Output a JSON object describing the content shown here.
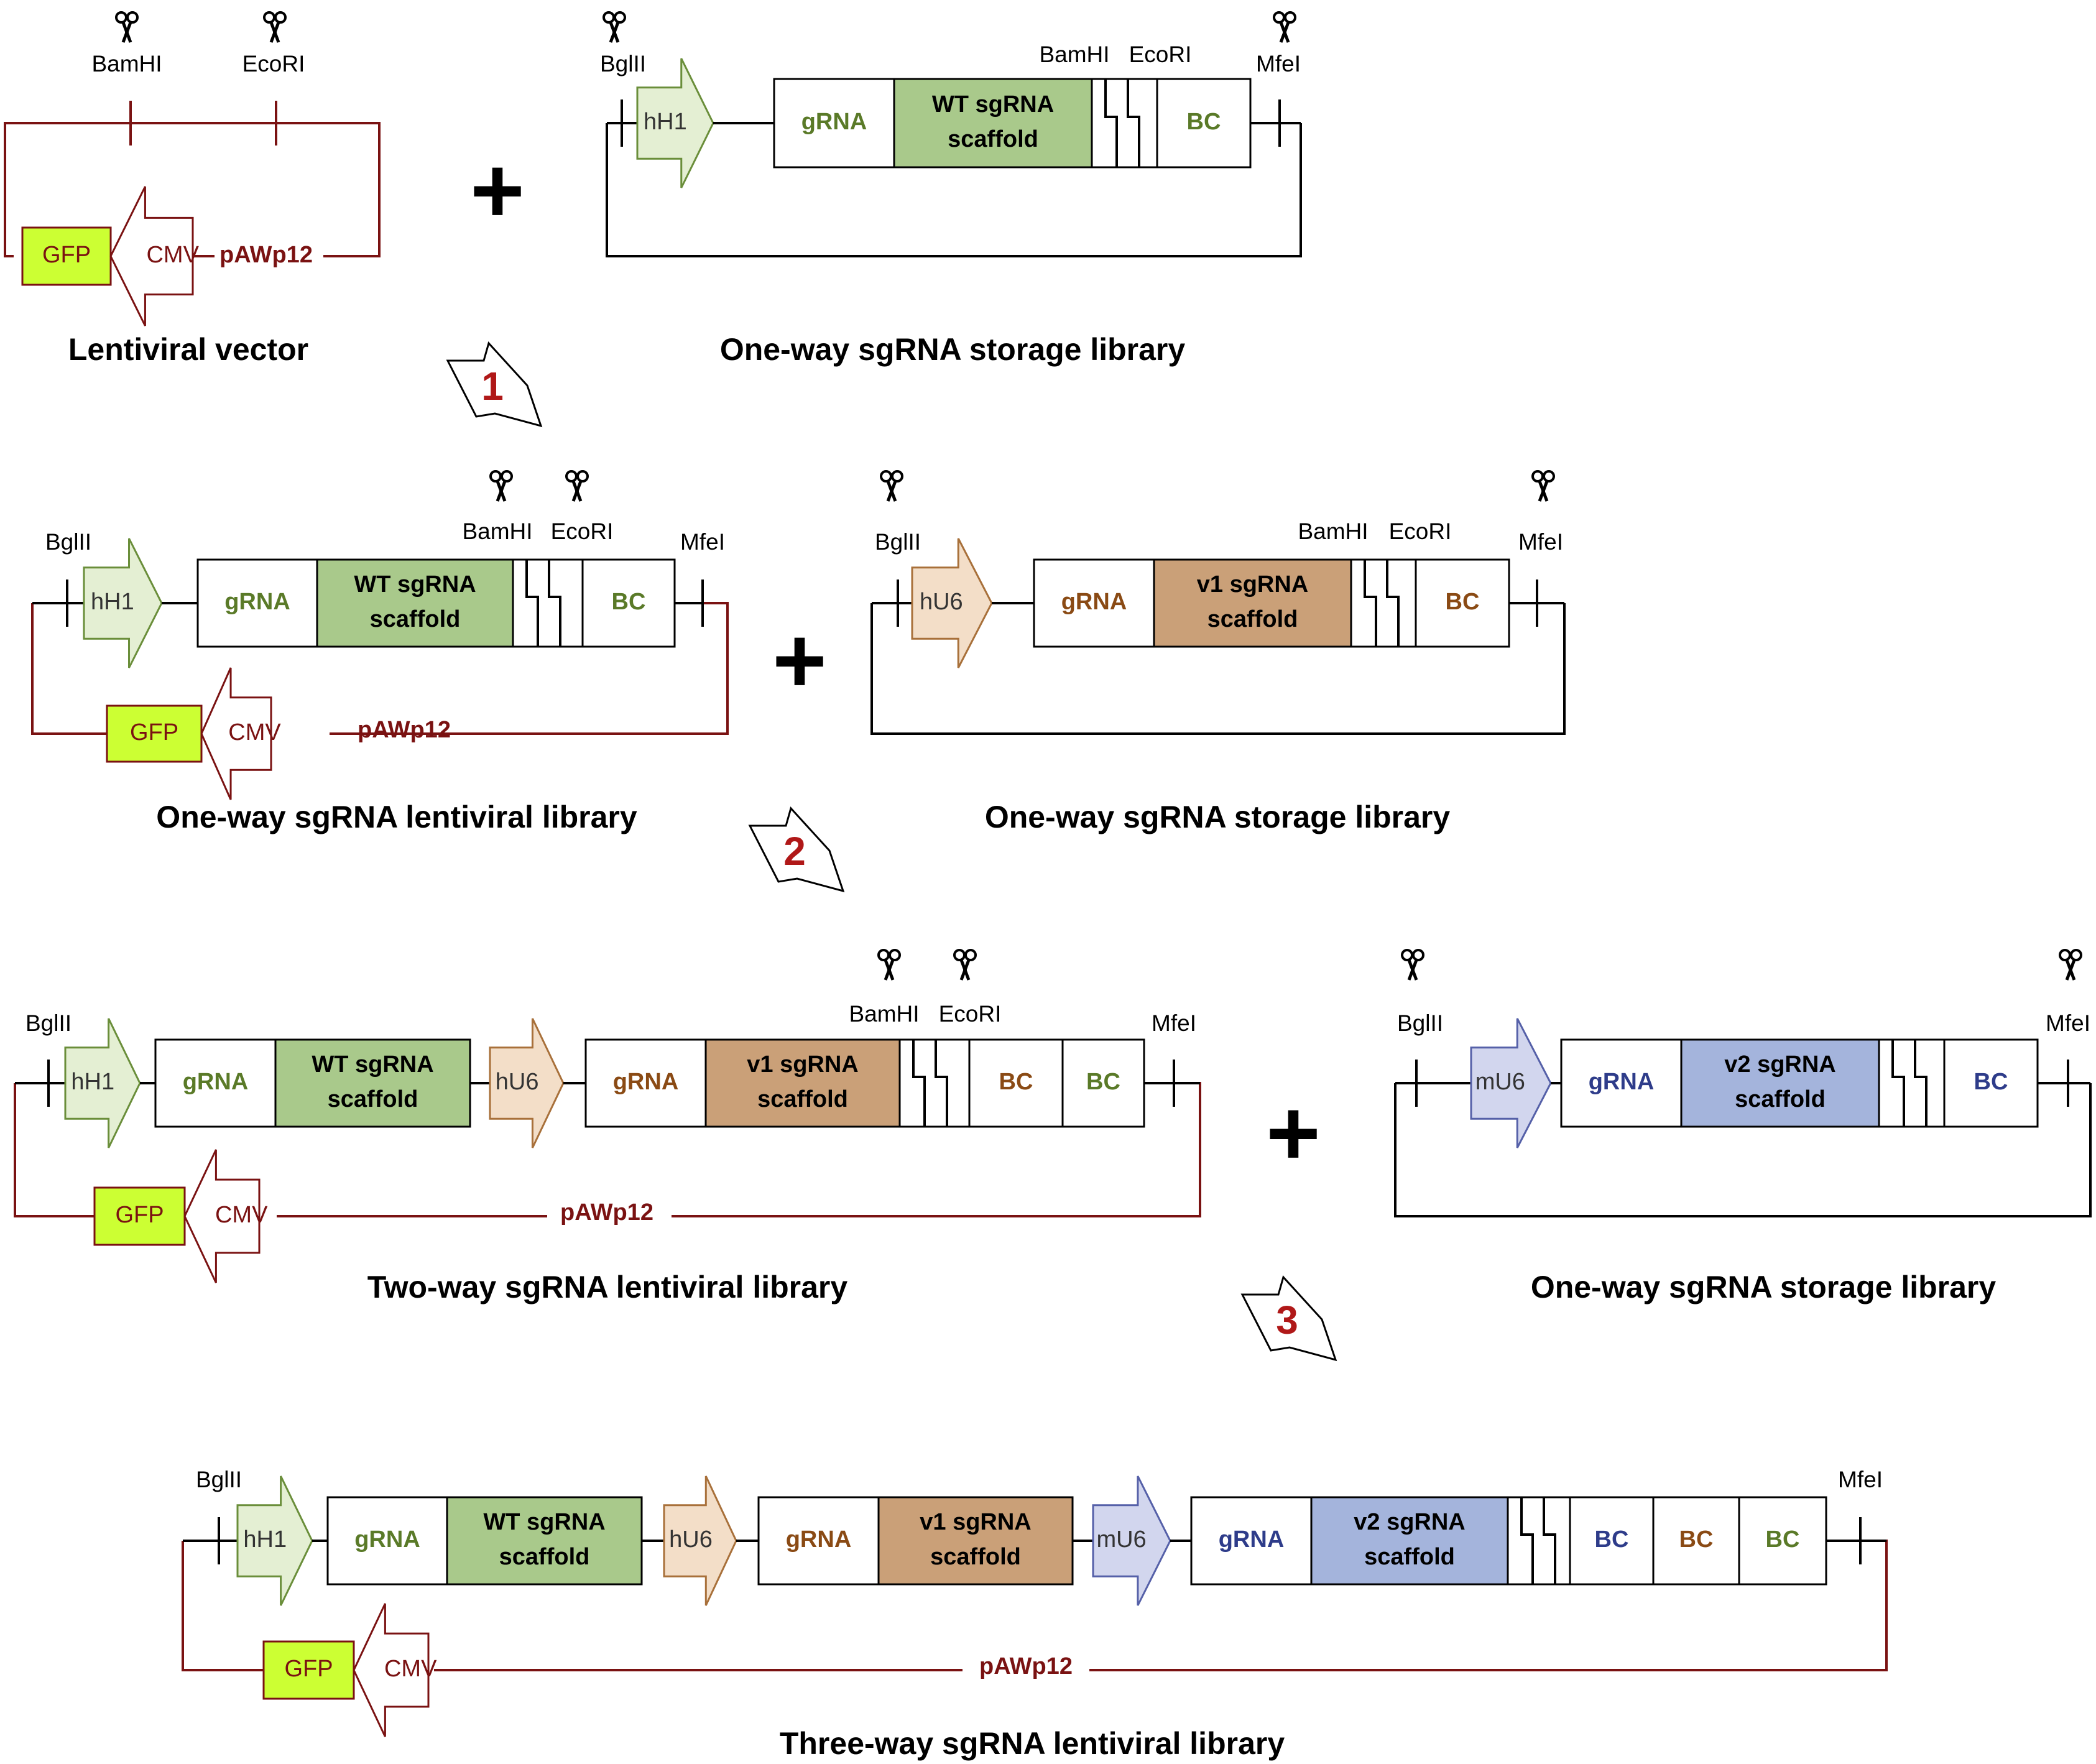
{
  "colors": {
    "backbone": "#7a1212",
    "black": "#000000",
    "gfp_fill": "#ccff33",
    "hH1_fill": "#e4efd3",
    "hH1_stroke": "#6a8e3a",
    "hU6_fill": "#f3dec8",
    "hU6_stroke": "#a8703a",
    "mU6_fill": "#d2d6ee",
    "mU6_stroke": "#5560a8",
    "wt_fill": "#a9c98b",
    "v1_fill": "#caa078",
    "v2_fill": "#a4b4dc",
    "green_text": "#5a7a28",
    "brown_text": "#8a4a14",
    "blue_text": "#2e3c8a",
    "step_red": "#b01818"
  },
  "icons": {
    "restriction_site": "scissors-icon",
    "step_arrow": "step-arrow-icon"
  },
  "enzymes": {
    "bamhi": "BamHI",
    "ecori": "EcoRI",
    "bglii": "BglII",
    "mfei": "MfeI"
  },
  "elements": {
    "gfp": "GFP",
    "cmv": "CMV",
    "backbone": "pAWp12",
    "hH1": "hH1",
    "hU6": "hU6",
    "mU6": "mU6",
    "grna": "gRNA",
    "wt_scaffold": [
      "WT sgRNA",
      "scaffold"
    ],
    "v1_scaffold": [
      "v1 sgRNA",
      "scaffold"
    ],
    "v2_scaffold": [
      "v2 sgRNA",
      "scaffold"
    ],
    "bc": "BC",
    "plus": "+"
  },
  "steps": [
    "1",
    "2",
    "3"
  ],
  "titles": {
    "lentiviral_vector": "Lentiviral vector",
    "storage_1": "One-way sgRNA storage library",
    "oneway_lenti": "One-way sgRNA lentiviral library",
    "storage_2": "One-way sgRNA storage library",
    "twoway_lenti": "Two-way sgRNA lentiviral library",
    "storage_3": "One-way sgRNA storage library",
    "threeway_lenti": "Three-way sgRNA lentiviral library"
  }
}
